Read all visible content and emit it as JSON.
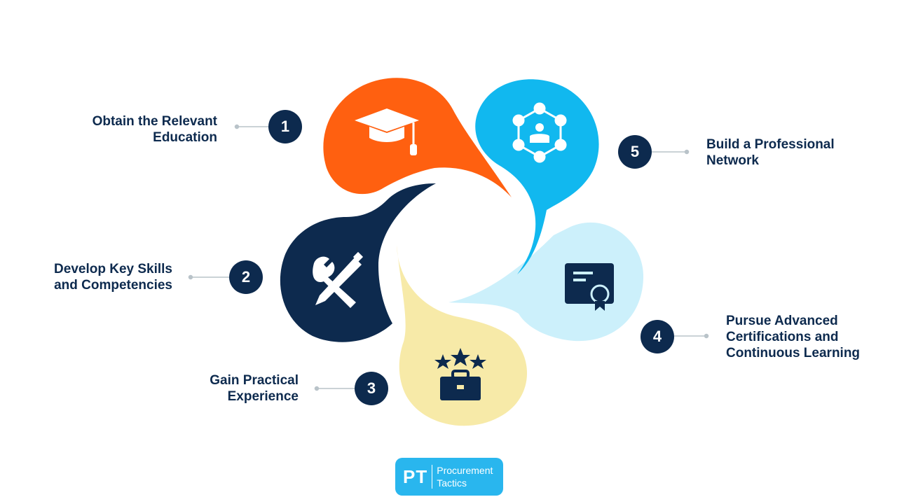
{
  "steps": [
    {
      "number": "1",
      "label": "Obtain the Relevant\nEducation",
      "icon": "graduation-cap-icon",
      "color": "#ff6010"
    },
    {
      "number": "2",
      "label": "Develop Key Skills\nand Competencies",
      "icon": "wrench-pencil-icon",
      "color": "#0d2a4e"
    },
    {
      "number": "3",
      "label": "Gain Practical\nExperience",
      "icon": "briefcase-stars-icon",
      "color": "#f7eaa8"
    },
    {
      "number": "4",
      "label": "Pursue Advanced\nCertifications and\nContinuous Learning",
      "icon": "certificate-icon",
      "color": "#ccf0fb"
    },
    {
      "number": "5",
      "label": "Build a Professional\nNetwork",
      "icon": "network-icon",
      "color": "#11b8ef"
    }
  ],
  "logo": {
    "mark": "PT",
    "text": "Procurement\nTactics"
  },
  "colors": {
    "dark": "#0d2a4e",
    "connector": "#b9c3c9"
  }
}
